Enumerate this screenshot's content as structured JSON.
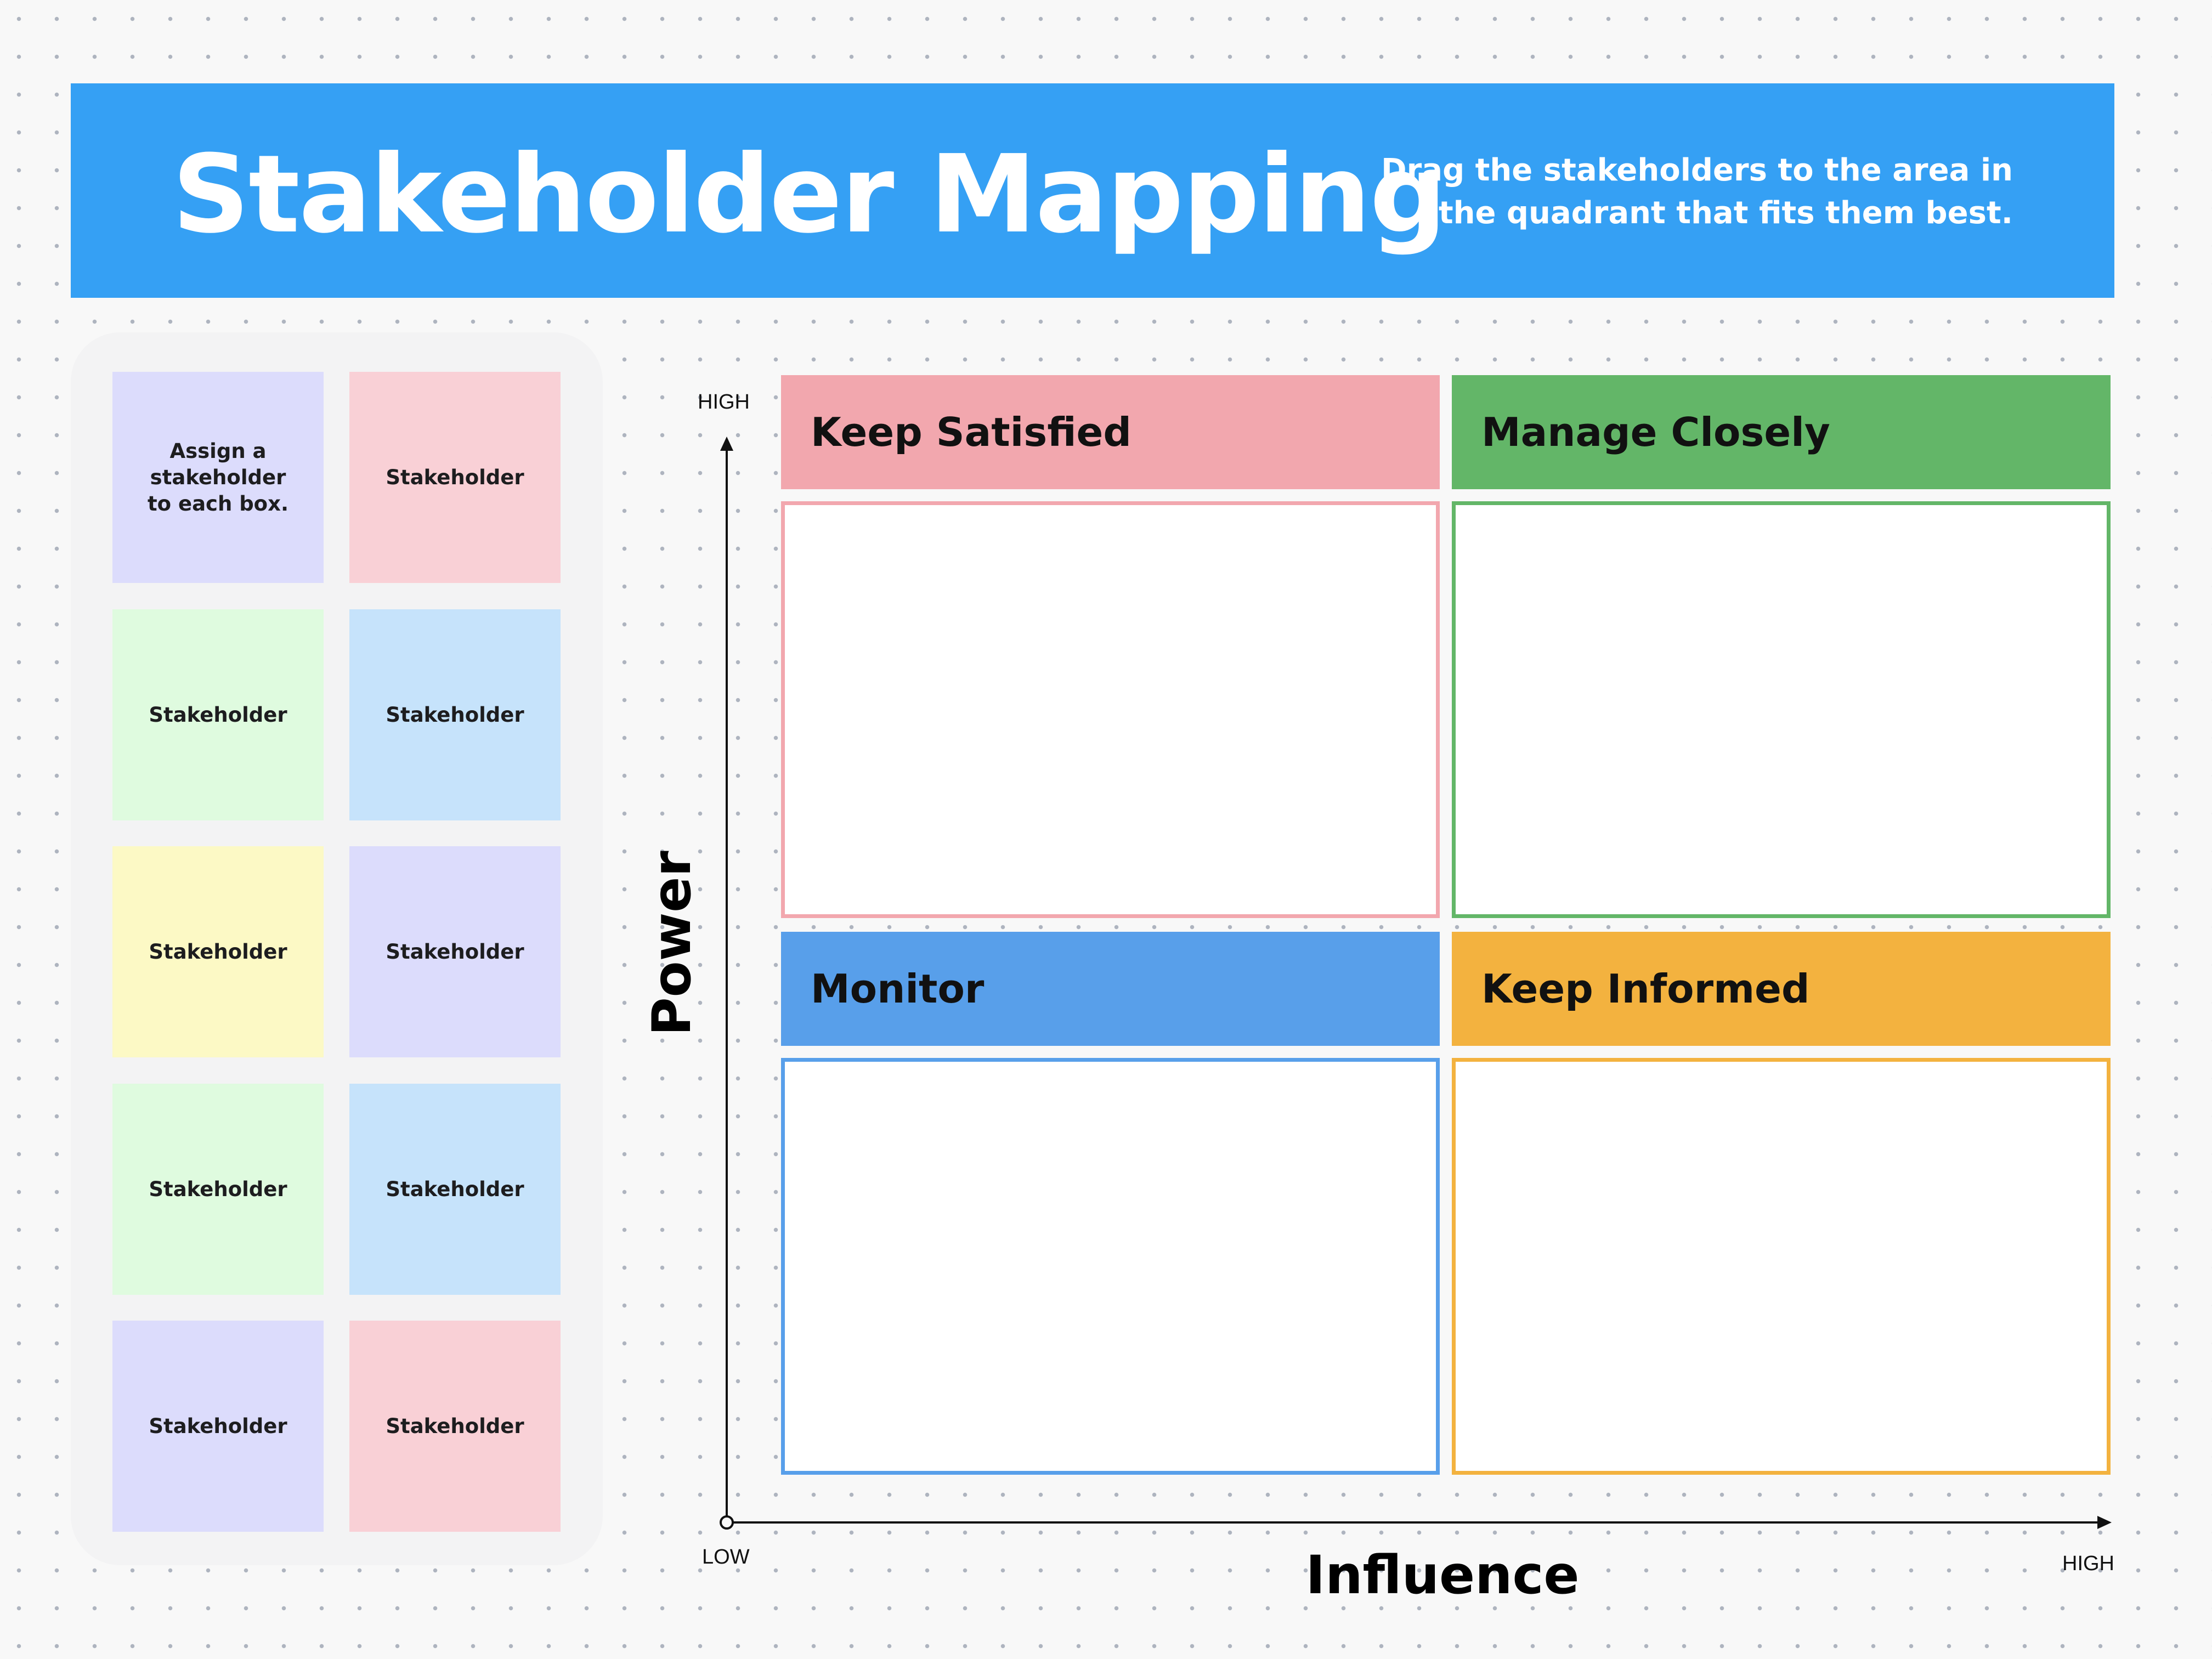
{
  "header": {
    "title": "Stakeholder Mapping",
    "subtitle_line1": "Drag the stakeholders to the area in",
    "subtitle_line2": "the quadrant that fits them best.",
    "background_color": "#35a0f4"
  },
  "panel": {
    "notes": [
      {
        "label": "Assign a\nstakeholder\nto each box.",
        "color": "#dcdcfc"
      },
      {
        "label": "Stakeholder",
        "color": "#f9d0d6"
      },
      {
        "label": "Stakeholder",
        "color": "#dffbdf"
      },
      {
        "label": "Stakeholder",
        "color": "#c6e3fb"
      },
      {
        "label": "Stakeholder",
        "color": "#fcf9c5"
      },
      {
        "label": "Stakeholder",
        "color": "#dcdcfc"
      },
      {
        "label": "Stakeholder",
        "color": "#dffbdf"
      },
      {
        "label": "Stakeholder",
        "color": "#c6e3fb"
      },
      {
        "label": "Stakeholder",
        "color": "#dcdcfc"
      },
      {
        "label": "Stakeholder",
        "color": "#f9d0d6"
      }
    ]
  },
  "axes": {
    "y_label": "Power",
    "y_high": "HIGH",
    "x_label": "Influence",
    "x_low": "LOW",
    "x_high": "HIGH"
  },
  "quadrants": [
    {
      "title": "Keep Satisfied",
      "header_color": "#f2a7ae",
      "border_color": "#f2a7ae"
    },
    {
      "title": "Manage Closely",
      "header_color": "#63b668",
      "border_color": "#63b668"
    },
    {
      "title": "Monitor",
      "header_color": "#589fea",
      "border_color": "#589fea"
    },
    {
      "title": "Keep Informed",
      "header_color": "#f3b23f",
      "border_color": "#f3b23f"
    }
  ]
}
